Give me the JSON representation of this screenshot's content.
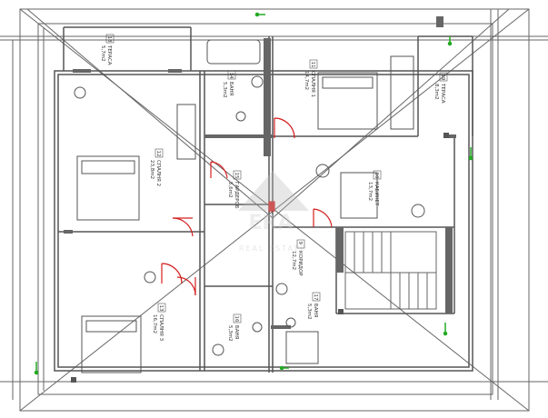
{
  "rooms": [
    {
      "num": "18",
      "name": "ТЕРАСА",
      "area": "5,7m2"
    },
    {
      "num": "14",
      "name": "БАНЯ",
      "area": "5,3m2"
    },
    {
      "num": "11",
      "name": "СПАЛНЯ 1",
      "area": "14,7m2"
    },
    {
      "num": "19",
      "name": "ТЕРАСА",
      "area": "8,3m2"
    },
    {
      "num": "12",
      "name": "СПАЛНЯ 2",
      "area": "23,8m2"
    },
    {
      "num": "15",
      "name": "ГАРДЕРОБ",
      "area": "5,6m2"
    },
    {
      "num": "10",
      "name": "КАБИНЕТ",
      "area": "13,7m2"
    },
    {
      "num": "9",
      "name": "КОРИДОР",
      "area": "12,7m2"
    },
    {
      "num": "13",
      "name": "СПАЛНЯ 3",
      "area": "16,7m2"
    },
    {
      "num": "16",
      "name": "БАНЯ",
      "area": "5,3m2"
    },
    {
      "num": "17",
      "name": "БАНЯ",
      "area": "5,3m2"
    }
  ],
  "watermark": {
    "logo": "ERA",
    "sub": "REAL ESTATE"
  },
  "colors": {
    "line": "#555555",
    "wall": "#666666",
    "door": "#d42020",
    "marker": "#22aa22"
  }
}
